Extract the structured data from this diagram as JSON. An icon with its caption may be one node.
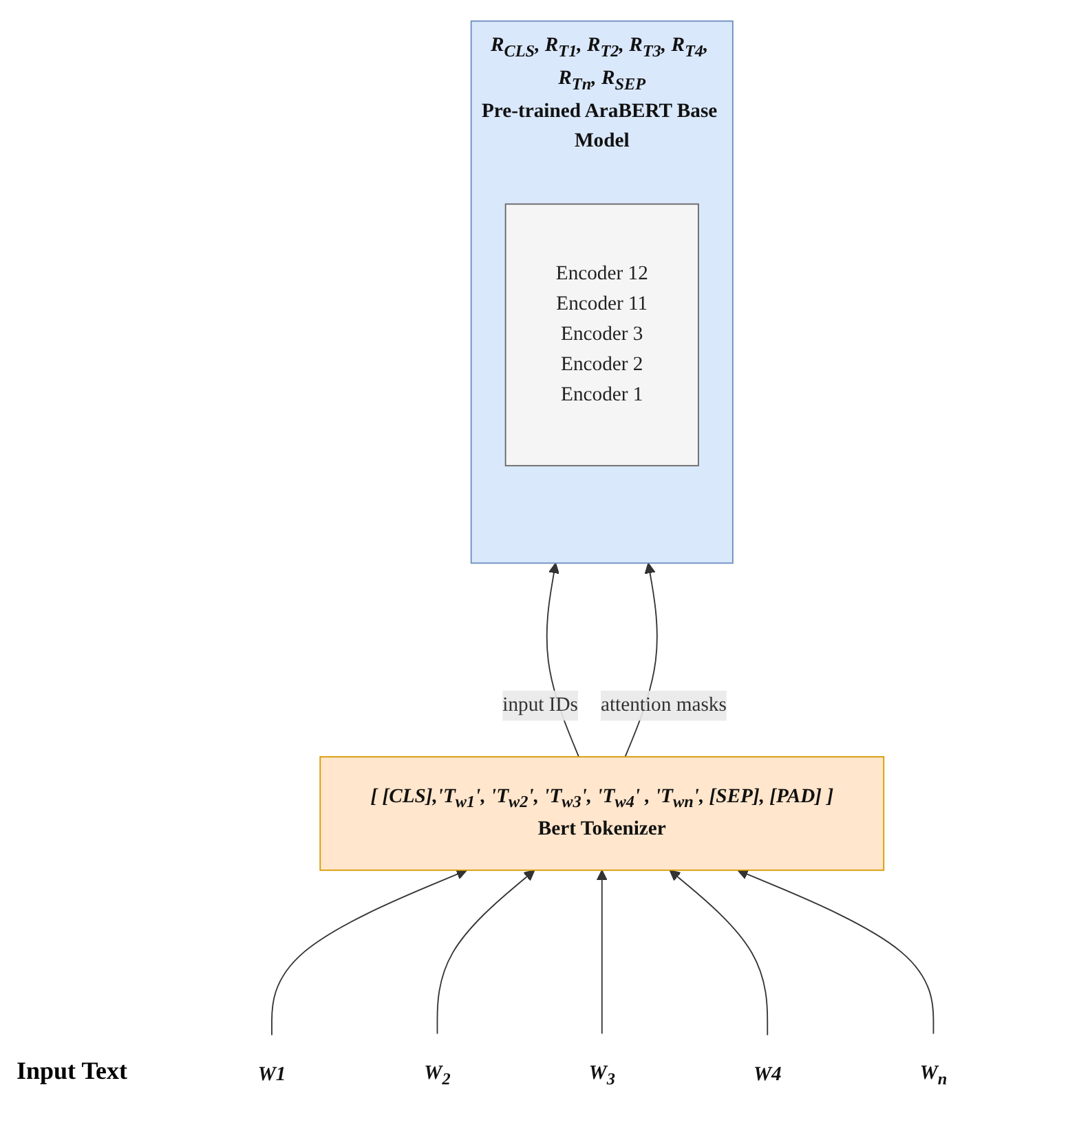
{
  "diagram": {
    "nodes": [
      {
        "text": [
          "R$_{CLS}$, R$_{T1}$, R$_{T2}$, R$_{T3}$, R$_{T4}$, R$_{Tn}$, R$_{SEP}$",
          "Pre-trained AraBERT Base Model"
        ]
      },
      {
        "text": [
          "Encoder 12",
          "Encoder 11",
          "Encoder 3",
          "Encoder 2",
          "Encoder 1"
        ],
        "in": 0
      },
      {
        "text": [
          "[ [CLS],'T$_{w1}$', 'T$_{w2}$', 'T$_{w3}$', 'T$_{w4}$' , 'T$_{wn}$', [SEP], [PAD] ]",
          "Bert Tokenizer"
        ]
      },
      {
        "text": [
          "W1"
        ]
      },
      {
        "text": [
          "W$_{2}$"
        ]
      },
      {
        "text": [
          "W$_{3}$"
        ]
      },
      {
        "text": [
          "W4"
        ]
      },
      {
        "text": [
          "W$_{n}$"
        ]
      }
    ],
    "edges": [
      {
        "from": 2,
        "to": 0,
        "arrow": "to",
        "label": "input IDs"
      },
      {
        "from": 2,
        "to": 0,
        "arrow": "to",
        "label": "attention masks"
      },
      {
        "from": 3,
        "to": 2,
        "arrow": "to"
      },
      {
        "from": 4,
        "to": 2,
        "arrow": "to"
      },
      {
        "from": 5,
        "to": 2,
        "arrow": "to"
      },
      {
        "from": 6,
        "to": 2,
        "arrow": "to"
      },
      {
        "from": 7,
        "to": 2,
        "arrow": "to"
      }
    ],
    "labels": [
      "Input Text"
    ]
  }
}
